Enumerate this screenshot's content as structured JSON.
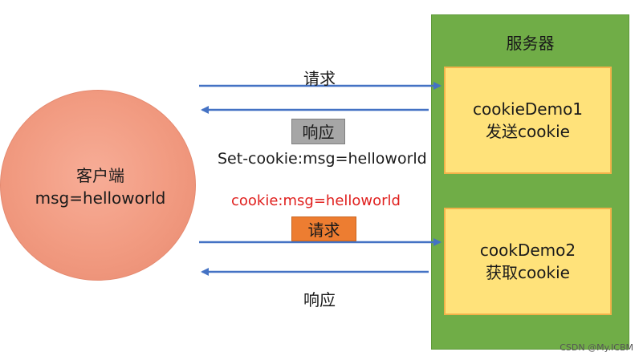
{
  "client": {
    "line1": "客户端",
    "line2": "msg=helloworld",
    "fill_color": "#f19a80"
  },
  "server": {
    "title": "服务器",
    "fill_color": "#70ad47",
    "servlets": [
      {
        "line1": "cookieDemo1",
        "line2": "发送cookie"
      },
      {
        "line1": "cookDemo2",
        "line2": "获取cookie"
      }
    ]
  },
  "arrows": {
    "request_1_label": "请求",
    "response_1_label": "响应",
    "set_cookie_header": "Set-cookie:msg=helloworld",
    "cookie_header": "cookie:msg=helloworld",
    "request_2_label": "请求",
    "response_2_label": "响应",
    "line_color": "#4472c4",
    "cookie_text_color": "#e0201e"
  },
  "watermark": "CSDN @My.ICBM"
}
